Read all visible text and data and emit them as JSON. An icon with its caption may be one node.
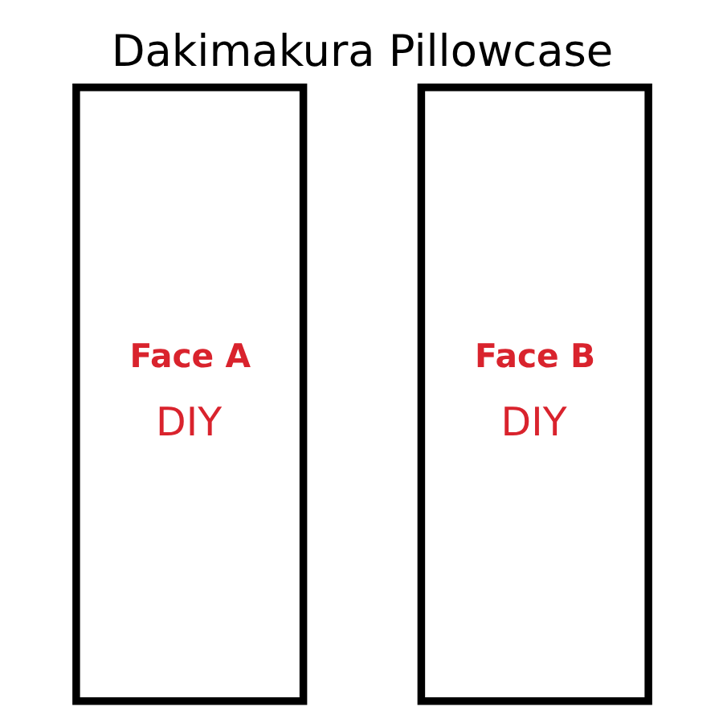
{
  "diagram": {
    "title": "Dakimakura Pillowcase",
    "nodes": [
      {
        "text": [
          "Face A",
          "DIY"
        ]
      },
      {
        "text": [
          "Face B",
          "DIY"
        ]
      }
    ]
  }
}
